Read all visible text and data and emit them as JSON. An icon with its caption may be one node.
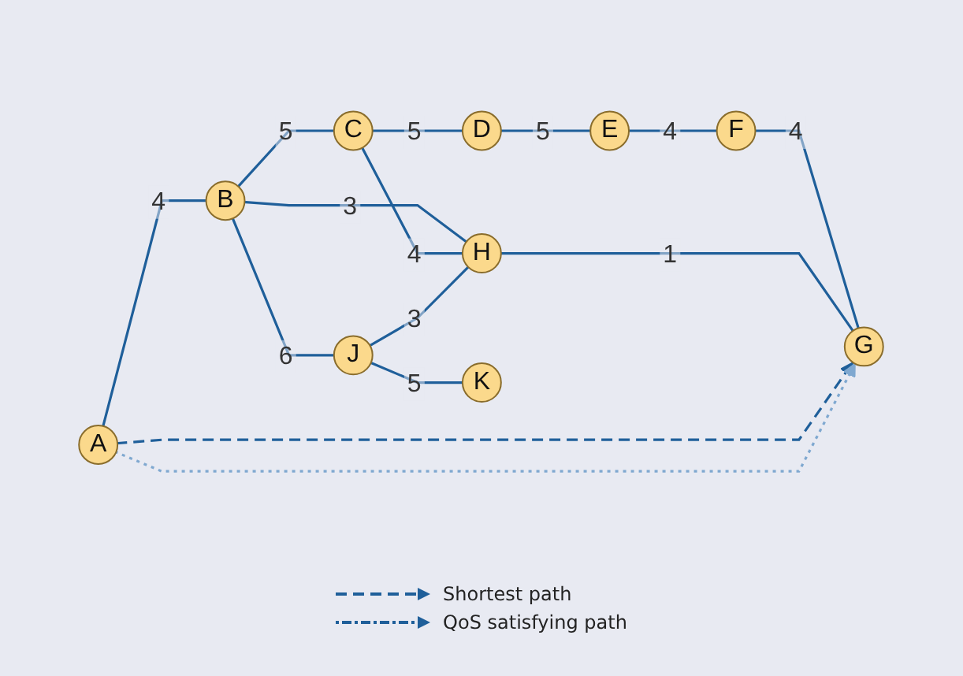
{
  "diagram": {
    "nodes": [
      {
        "text": [
          "A"
        ]
      },
      {
        "text": [
          "B"
        ]
      },
      {
        "text": [
          "C"
        ]
      },
      {
        "text": [
          "D"
        ]
      },
      {
        "text": [
          "E"
        ]
      },
      {
        "text": [
          "F"
        ]
      },
      {
        "text": [
          "G"
        ]
      },
      {
        "text": [
          "H"
        ]
      },
      {
        "text": [
          "J"
        ]
      },
      {
        "text": [
          "K"
        ]
      }
    ],
    "edges": [
      {
        "from": 0,
        "to": 1,
        "arrow": "none",
        "label": "4"
      },
      {
        "from": 1,
        "to": 2,
        "arrow": "none",
        "label": "5"
      },
      {
        "from": 2,
        "to": 3,
        "arrow": "none",
        "label": "5"
      },
      {
        "from": 3,
        "to": 4,
        "arrow": "none",
        "label": "5"
      },
      {
        "from": 4,
        "to": 5,
        "arrow": "none",
        "label": "4"
      },
      {
        "from": 5,
        "to": 6,
        "arrow": "none",
        "label": "4"
      },
      {
        "from": 1,
        "to": 8,
        "arrow": "none",
        "label": "6"
      },
      {
        "from": 1,
        "to": 7,
        "arrow": "none",
        "label": "3"
      },
      {
        "from": 2,
        "to": 7,
        "arrow": "none",
        "label": "4"
      },
      {
        "from": 8,
        "to": 7,
        "arrow": "none",
        "label": "3"
      },
      {
        "from": 7,
        "to": 6,
        "arrow": "none",
        "label": "1"
      },
      {
        "from": 8,
        "to": 9,
        "arrow": "none",
        "label": "5"
      },
      {
        "from": 0,
        "to": 6,
        "arrow": "to",
        "style": "dashed"
      },
      {
        "from": 0,
        "to": 6,
        "arrow": "to",
        "style": "dashed",
        "color": "#7fa8d0"
      }
    ],
    "legend": [
      {
        "text": "Shortest path"
      },
      {
        "text": "QoS satisfying path"
      }
    ]
  }
}
